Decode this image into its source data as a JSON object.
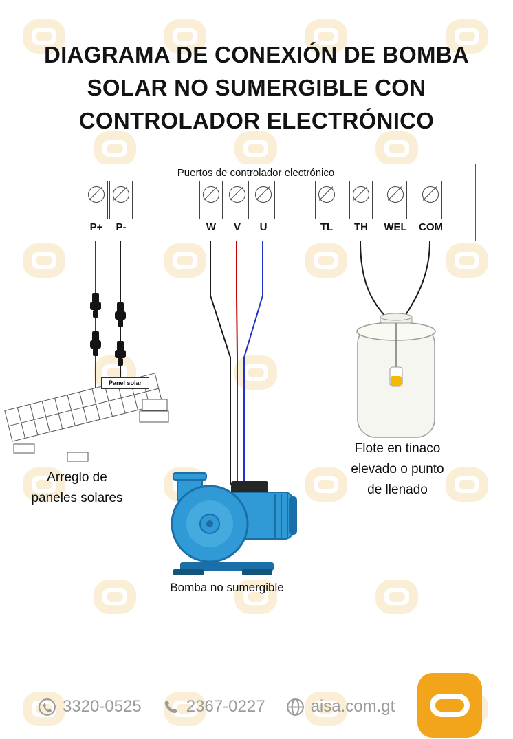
{
  "title": {
    "line1": "DIAGRAMA DE CONEXIÓN DE BOMBA",
    "line2": "SOLAR NO SUMERGIBLE CON",
    "line3": "CONTROLADOR ELECTRÓNICO"
  },
  "controller": {
    "title": "Puertos de controlador electrónico",
    "terminals": [
      {
        "label": "P+"
      },
      {
        "label": "P-"
      },
      {
        "label": "W"
      },
      {
        "label": "V"
      },
      {
        "label": "U"
      },
      {
        "label": "TL"
      },
      {
        "label": "TH"
      },
      {
        "label": "WEL"
      },
      {
        "label": "COM"
      }
    ]
  },
  "labels": {
    "panel_tag": "Panel solar",
    "solar_array": "Arreglo de\npaneles solares",
    "pump": "Bomba no sumergible",
    "float": "Flote en tinaco\nelevado o punto\nde llenado"
  },
  "footer": {
    "phone1": "3320-0525",
    "phone2": "2367-0227",
    "website": "aisa.com.gt"
  },
  "icons": {
    "phone_circle": "circled-phone",
    "handset": "phone-handset",
    "globe": "globe-grid"
  },
  "colors": {
    "accent": "#F2A51B",
    "watermark": "#FAEFD6",
    "wire_positive": "#c00000",
    "wire_negative": "#1a1a1a",
    "wire_w": "#1a1a1a",
    "wire_v": "#c00000",
    "wire_u": "#2233cc",
    "wire_float": "#1a1a1a",
    "pump_blue": "#2f9ad6",
    "pump_dark_blue": "#1b6fa8",
    "float_yellow": "#f5b800",
    "footer_gray": "#9b9b9b"
  }
}
